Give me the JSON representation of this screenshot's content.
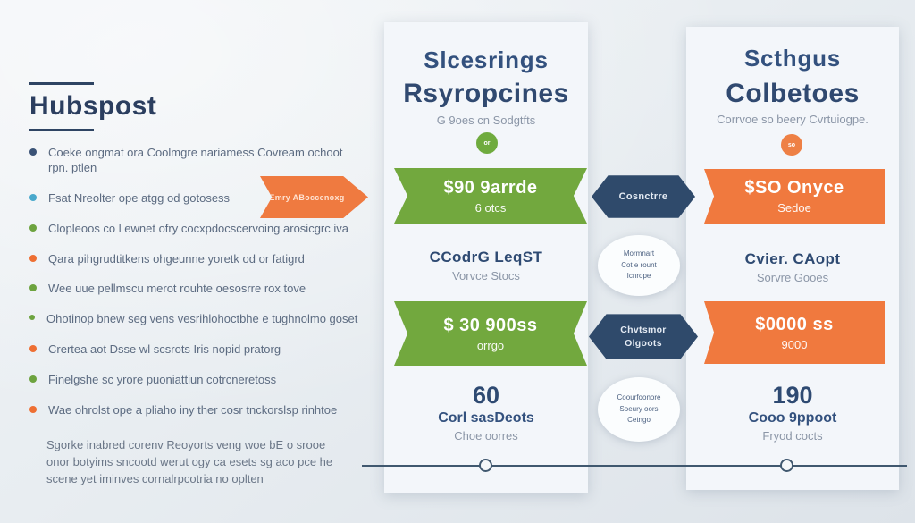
{
  "left": {
    "title": "Hubspost",
    "bullets": [
      {
        "color": "navy",
        "text": "Coeke ongmat ora Coolmgre nariamess Covream ochoot rpn. ptlen"
      },
      {
        "color": "blue",
        "text": "Fsat Nreolter ope atgg od gotosess"
      },
      {
        "color": "green",
        "text": "Clopleoos co l ewnet ofry cocxpdocscervoing arosicgrc iva"
      },
      {
        "color": "orange",
        "text": "Qara pihgrudtitkens ohgeunne yoretk od or fatigrd"
      },
      {
        "color": "green",
        "text": "Wee uue pellmscu merot rouhte oesosrre rox tove"
      },
      {
        "color": "green",
        "text": "Ohotinop bnew seg vens vesrihlohoctbhe e tughnolmo goset"
      },
      {
        "color": "orange",
        "text": "Crertea aot Dsse wl scsrots Iris nopid pratorg"
      },
      {
        "color": "green",
        "text": "Finelgshe sc yrore puoniattiun cotrcneretoss"
      },
      {
        "color": "orange",
        "text": "Wae ohrolst ope a pliaho iny ther cosr tnckorslsp rinhtoe"
      }
    ],
    "footnote": "Sgorke inabred corenv Reoyorts veng woe bE o srooe onor botyims sncootd werut ogy ca esets sg aco pce he scene yet iminves cornalrpcotria no oplten"
  },
  "orange_tag": {
    "label": "Emry ABoccenoxg"
  },
  "connectors": {
    "conn1": {
      "label": "Cosnctrre"
    },
    "conn2": {
      "line1": "Chvtsmor",
      "line2": "Olgoots"
    }
  },
  "ovals": {
    "oval1": {
      "line1": "Mormnart",
      "line2": "Cot e rount",
      "line3": "Icnrope"
    },
    "oval2": {
      "line1": "Coourfoonore",
      "line2": "Soeury oors",
      "line3": "Cetngo"
    }
  },
  "mid_column": {
    "title_line1": "Slcesrings",
    "title_line2": "Rsyropcines",
    "subtitle": "G 9oes cn Sodgtfts",
    "badge": "or",
    "price1": {
      "amount": "$90 9arrde",
      "note": "6 otcs"
    },
    "section2": {
      "title": "CCodrG LeqST",
      "subtitle": "Vorvce Stocs"
    },
    "price2": {
      "amount": "$ 30 900ss",
      "note": "orrgo"
    },
    "stat": {
      "value": "60",
      "label": "Corl sasDeots",
      "sublabel": "Choe oorres"
    }
  },
  "right_column": {
    "title_line1": "Scthgus",
    "title_line2": "Colbetoes",
    "subtitle": "Corrvoe so beery Cvrtuiogpe.",
    "badge": "so",
    "price1": {
      "amount": "$SO Onyce",
      "note": "Sedoe"
    },
    "section2": {
      "title": "Cvier. CAopt",
      "subtitle": "Sorvre Gooes"
    },
    "price2": {
      "amount": "$0000 ss",
      "note": "9000"
    },
    "stat": {
      "value": "190",
      "label": "Cooo 9ppoot",
      "sublabel": "Fryod cocts"
    }
  },
  "colors": {
    "green": "#72a83e",
    "orange": "#f0793e",
    "navy": "#2f4a6b",
    "heading_navy": "#304970",
    "muted_gray": "#8b96a7",
    "bullet_blue": "#49a8cc",
    "bullet_green": "#6da33f",
    "bullet_orange": "#ee6f33"
  }
}
